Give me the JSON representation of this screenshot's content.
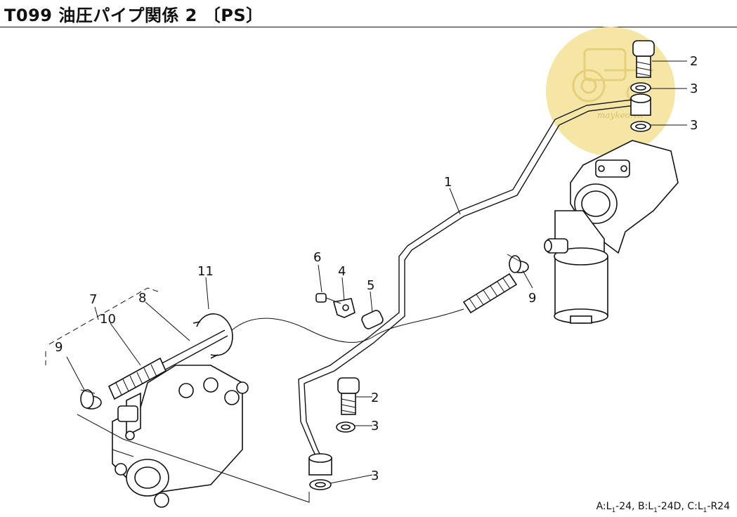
{
  "header": {
    "title": "T099 油圧パイプ関係 2 〔PS〕"
  },
  "footer": {
    "model_prefix_a": "A:L",
    "model_sub_a": "1",
    "model_suffix_a": "-24,",
    "model_prefix_b": "B:L",
    "model_sub_b": "1",
    "model_suffix_b": "-24D,",
    "model_prefix_c": "C:L",
    "model_sub_c": "1",
    "model_suffix_c": "-R24"
  },
  "watermark": {
    "text": "maykeo.vn",
    "color": "#f3e3a0"
  },
  "callouts": {
    "c1": "1",
    "c2a": "2",
    "c3a": "3",
    "c3b": "3",
    "c4": "4",
    "c5": "5",
    "c6": "6",
    "c7": "7",
    "c8": "8",
    "c9a": "9",
    "c9b": "9",
    "c10": "10",
    "c11": "11",
    "c2b": "2",
    "c3c": "3",
    "c3d": "3"
  },
  "colors": {
    "ink": "#111111",
    "background": "#ffffff"
  }
}
